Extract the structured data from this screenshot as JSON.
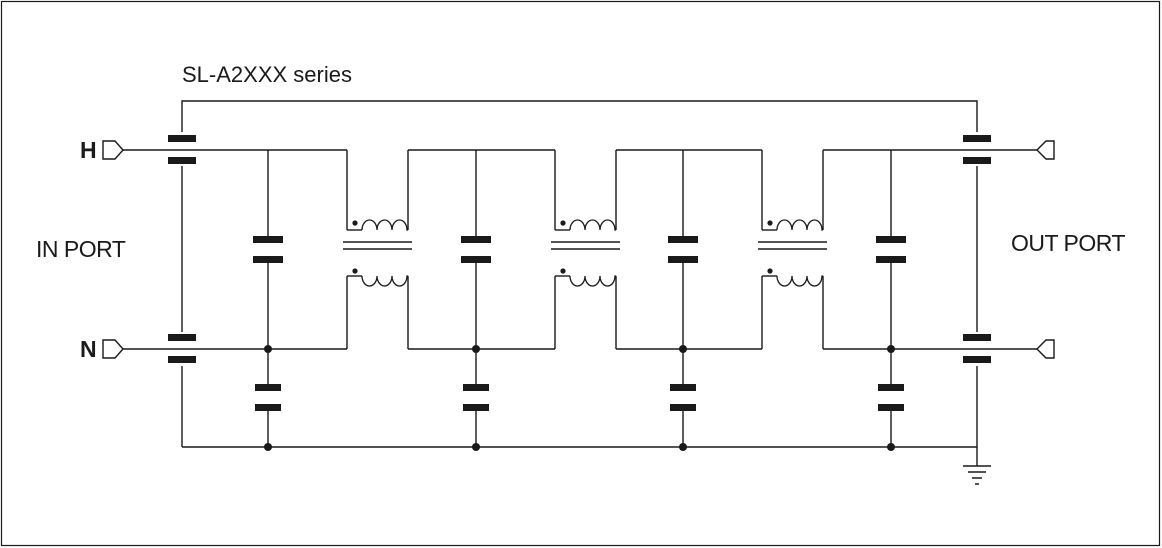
{
  "diagram": {
    "title": "SL-A2XXX series",
    "in_port": "IN PORT",
    "out_port": "OUT PORT",
    "terminal_h": "H",
    "terminal_n": "N"
  },
  "colors": {
    "line": "#1a1a1a",
    "background": "#ffffff"
  }
}
